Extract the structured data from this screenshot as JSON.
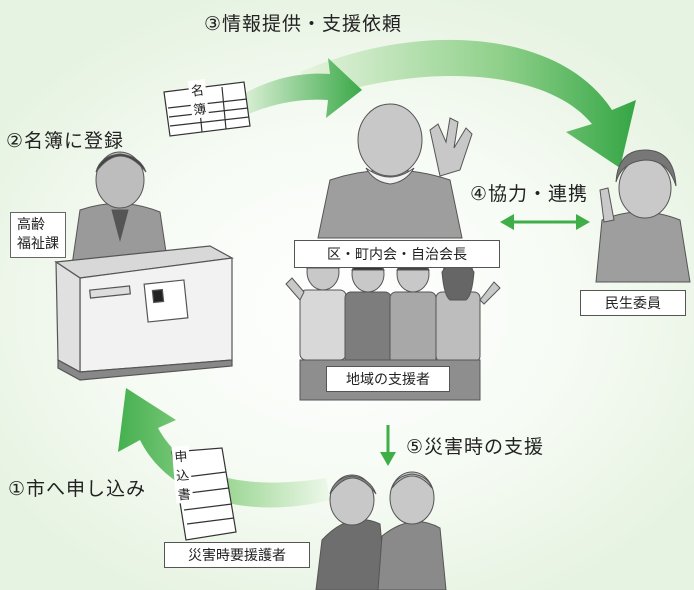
{
  "steps": {
    "step1": "①市へ申し込み",
    "step2": "②名簿に登録",
    "step3": "③情報提供・支援依頼",
    "step4": "④協力・連携",
    "step5": "⑤災害時の支援"
  },
  "labels": {
    "office_line1": "高齢",
    "office_line2": "福祉課",
    "leader": "区・町内会・自治会長",
    "welfare": "民生委員",
    "supporters": "地域の支援者",
    "needs_support": "災害時要援護者"
  },
  "documents": {
    "roster": "名簿",
    "application": "申込書"
  },
  "colors": {
    "arrow_green": "#3fae49",
    "arrow_light": "#d8efcf"
  }
}
